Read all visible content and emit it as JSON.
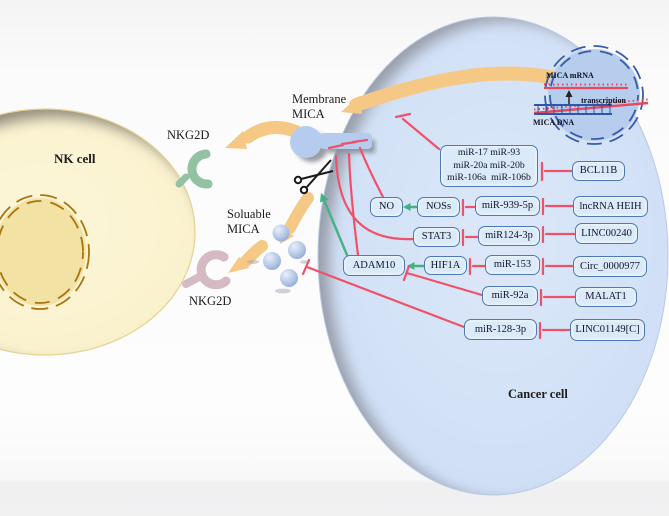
{
  "labels": {
    "nk_cell": "NK cell",
    "nkg2d_top": "NKG2D",
    "nkg2d_bottom": "NKG2D",
    "membrane_mica_line1": "Membrane",
    "membrane_mica_line2": "MICA",
    "soluble_mica_line1": "Soluable",
    "soluble_mica_line2": "MICA",
    "cancer_cell": "Cancer cell",
    "mica_mrna": "MICA mRNA",
    "transcription": "transcription",
    "mica_dna": "MICA DNA"
  },
  "nodes": {
    "mir_cluster_line1": "miR-17 miR-93",
    "mir_cluster_line2": "miR-20a miR-20b",
    "mir_cluster_line3": "miR-106a  miR-106b",
    "bcl11b": "BCL11B",
    "no": "NO",
    "noss": "NOSs",
    "mir_939_5p": "miR-939-5p",
    "lncrna_heih": "lncRNA HEIH",
    "stat3": "STAT3",
    "mir124_3p": "miR124-3p",
    "linc00240": "LINC00240",
    "adam10": "ADAM10",
    "hif1a": "HIF1A",
    "mir_153": "miR-153",
    "circ_0000977": "Circ_0000977",
    "mir_92a": "miR-92a",
    "malat1": "MALAT1",
    "mir_128_3p": "miR-128-3p",
    "linc01149c": "LINC01149[C]"
  },
  "relationships": {
    "inhibit": [
      {
        "from": "BCL11B",
        "to": "miR-17/miR-93/miR-20a/miR-20b/miR-106a/miR-106b"
      },
      {
        "from": "miR-17/miR-93/miR-20a/miR-20b/miR-106a/miR-106b",
        "to": "Membrane MICA"
      },
      {
        "from": "lncRNA HEIH",
        "to": "miR-939-5p"
      },
      {
        "from": "miR-939-5p",
        "to": "NOSs"
      },
      {
        "from": "NO",
        "to": "Membrane MICA"
      },
      {
        "from": "LINC00240",
        "to": "miR124-3p"
      },
      {
        "from": "miR124-3p",
        "to": "STAT3"
      },
      {
        "from": "STAT3",
        "to": "Membrane MICA"
      },
      {
        "from": "Circ_0000977",
        "to": "miR-153"
      },
      {
        "from": "miR-153",
        "to": "HIF1A"
      },
      {
        "from": "ADAM10",
        "to": "Membrane MICA"
      },
      {
        "from": "MALAT1",
        "to": "miR-92a"
      },
      {
        "from": "miR-92a",
        "to": "ADAM10"
      },
      {
        "from": "LINC01149[C]",
        "to": "miR-128-3p"
      },
      {
        "from": "miR-128-3p",
        "to": "Soluable MICA"
      }
    ],
    "activate": [
      {
        "from": "NOSs",
        "to": "NO"
      },
      {
        "from": "HIF1A",
        "to": "ADAM10"
      },
      {
        "from": "ADAM10",
        "to": "MICA shedding (scissors)"
      },
      {
        "from": "MICA DNA",
        "to": "MICA mRNA",
        "label": "transcription"
      }
    ]
  },
  "colors": {
    "cancer_cell_fill": "#cfdff6",
    "nk_cell_fill": "#faf2cd",
    "node_fill": "#daeaf8",
    "node_border": "#4e79b4",
    "inhibit_line": "#ef5168",
    "activate_line": "#45b184",
    "flow_arrow": "#f6c886",
    "receptor_green": "#92c2a2",
    "receptor_pink": "#d6bac3",
    "sphere_fill": "#aec3e2",
    "nucleus_rim_blue": "#3a5ca8",
    "nucleus_rim_brown": "#a9750f"
  }
}
